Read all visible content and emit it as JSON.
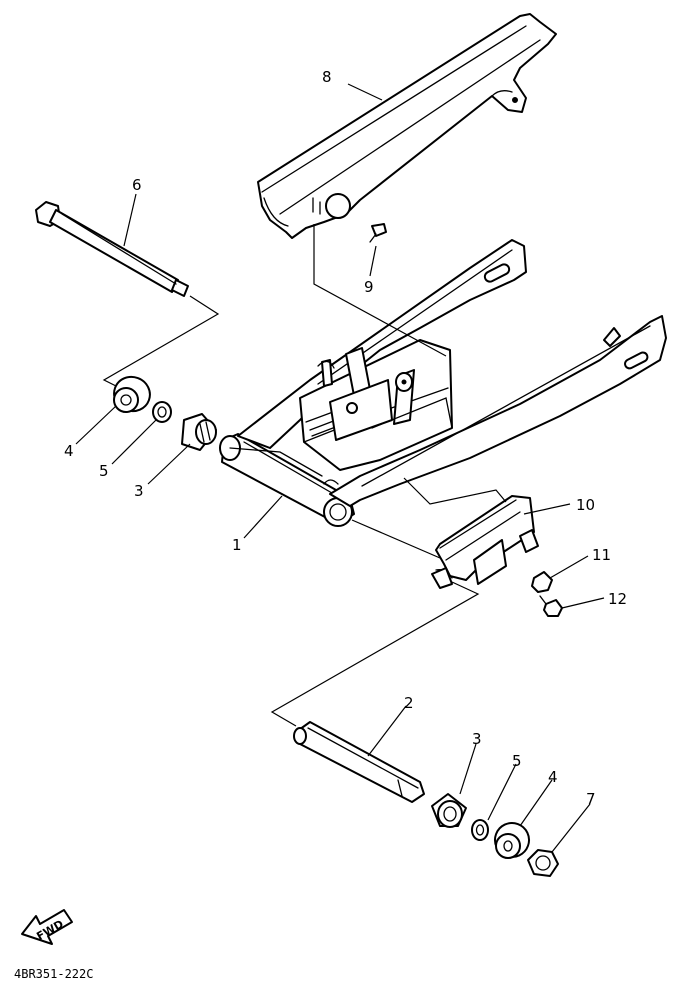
{
  "diagram": {
    "callouts": {
      "c1": "1",
      "c2": "2",
      "c3a": "3",
      "c3b": "3",
      "c4a": "4",
      "c4b": "4",
      "c5a": "5",
      "c5b": "5",
      "c6": "6",
      "c7": "7",
      "c8": "8",
      "c9": "9",
      "c10": "10",
      "c11": "11",
      "c12": "12"
    },
    "fwd_label": "FWD",
    "drawing_code": "4BR351-222C"
  },
  "colors": {
    "ink": "#000000",
    "paper": "#ffffff"
  },
  "icons": {
    "forward_arrow": "fwd-arrow-icon"
  }
}
